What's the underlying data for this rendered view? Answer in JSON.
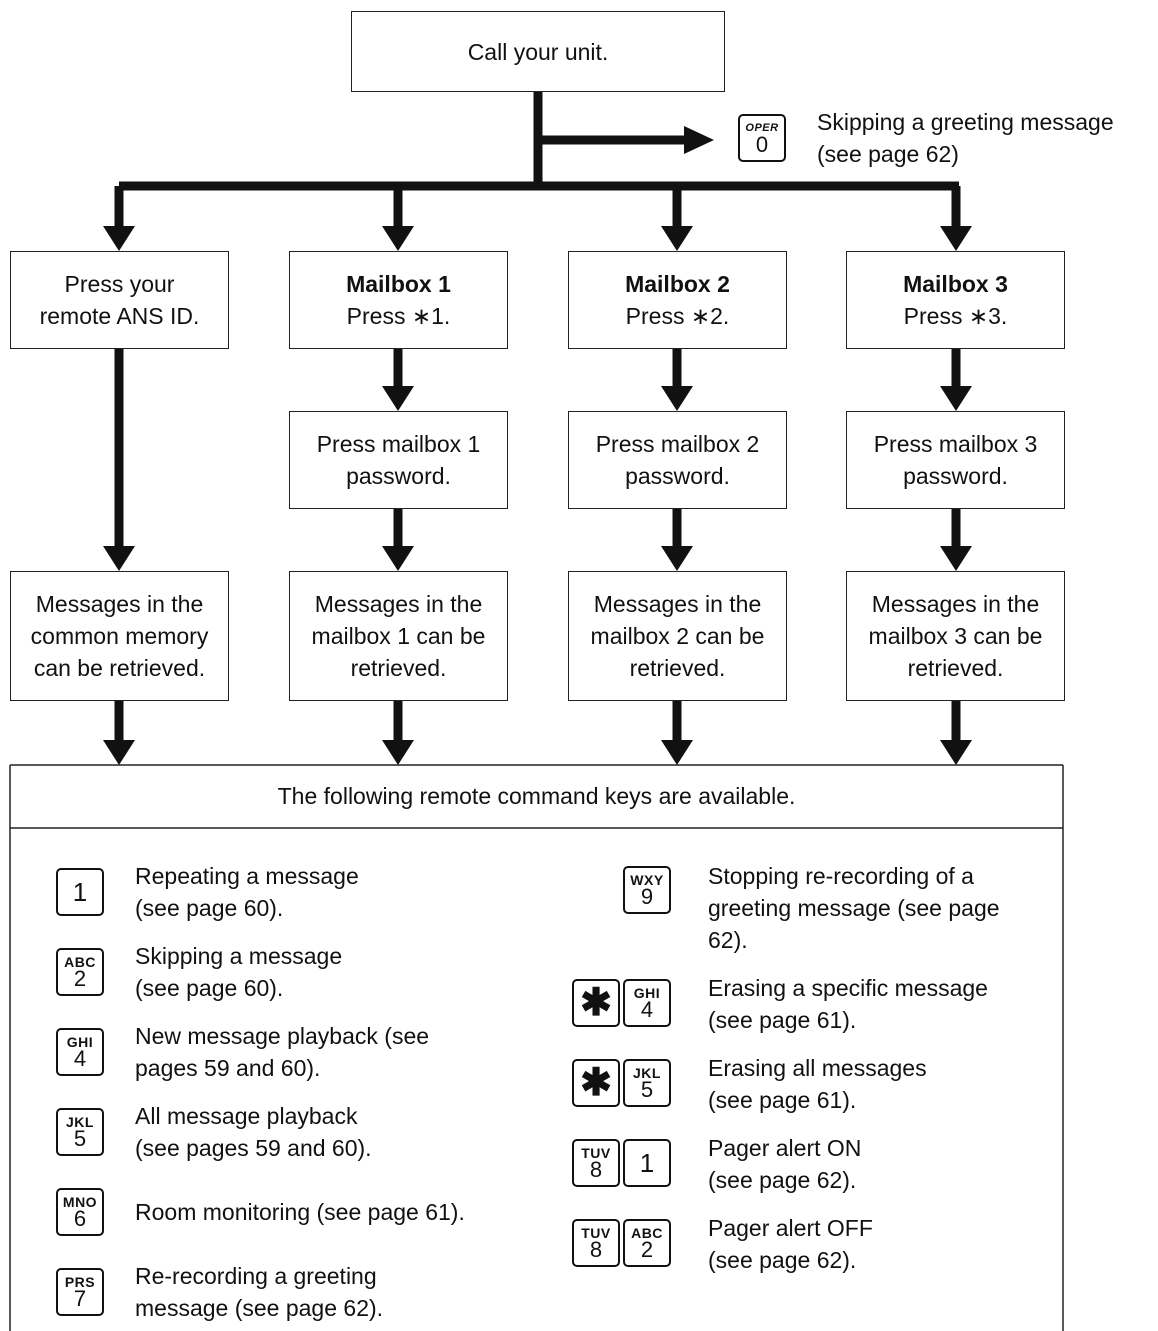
{
  "top": {
    "call_unit": "Call your unit.",
    "skip_greeting_line1": "Skipping a greeting message",
    "skip_greeting_line2": "(see page 62)"
  },
  "columns": [
    {
      "line1": "Press your",
      "line2": "remote ANS ID.",
      "result": [
        "Messages in the",
        "common memory",
        "can be retrieved."
      ]
    },
    {
      "title": "Mailbox 1",
      "press": "Press ∗1.",
      "password": [
        "Press mailbox 1",
        "password."
      ],
      "result": [
        "Messages in the",
        "mailbox 1 can be",
        "retrieved."
      ]
    },
    {
      "title": "Mailbox 2",
      "press": "Press ∗2.",
      "password": [
        "Press mailbox 2",
        "password."
      ],
      "result": [
        "Messages in the",
        "mailbox 2 can be",
        "retrieved."
      ]
    },
    {
      "title": "Mailbox 3",
      "press": "Press ∗3.",
      "password": [
        "Press mailbox 3",
        "password."
      ],
      "result": [
        "Messages in the",
        "mailbox 3 can be",
        "retrieved."
      ]
    }
  ],
  "commands_header": "The following remote command keys are available.",
  "keys": {
    "oper0": {
      "top": "OPER",
      "main": "0"
    },
    "k1": {
      "top": "",
      "main": "1"
    },
    "k2": {
      "top": "ABC",
      "main": "2"
    },
    "k4": {
      "top": "GHI",
      "main": "4"
    },
    "k5": {
      "top": "JKL",
      "main": "5"
    },
    "k6": {
      "top": "MNO",
      "main": "6"
    },
    "k7": {
      "top": "PRS",
      "main": "7"
    },
    "k8": {
      "top": "TUV",
      "main": "8"
    },
    "k9": {
      "top": "WXY",
      "main": "9"
    },
    "star": "✱"
  },
  "commands_left": [
    [
      "Repeating a message",
      "(see page 60)."
    ],
    [
      "Skipping a message",
      "(see page 60)."
    ],
    [
      "New message playback (see",
      "pages 59 and 60)."
    ],
    [
      "All message playback",
      "(see pages 59 and 60)."
    ],
    [
      "Room monitoring (see page 61)."
    ],
    [
      "Re-recording a greeting",
      "message (see page 62)."
    ]
  ],
  "commands_right": [
    [
      "Stopping re-recording of a",
      "greeting message (see page",
      "62)."
    ],
    [
      "Erasing a specific message",
      "(see page 61)."
    ],
    [
      "Erasing all messages",
      "(see page 61)."
    ],
    [
      "Pager alert ON",
      "(see page 62)."
    ],
    [
      "Pager alert OFF",
      "(see page 62)."
    ]
  ]
}
